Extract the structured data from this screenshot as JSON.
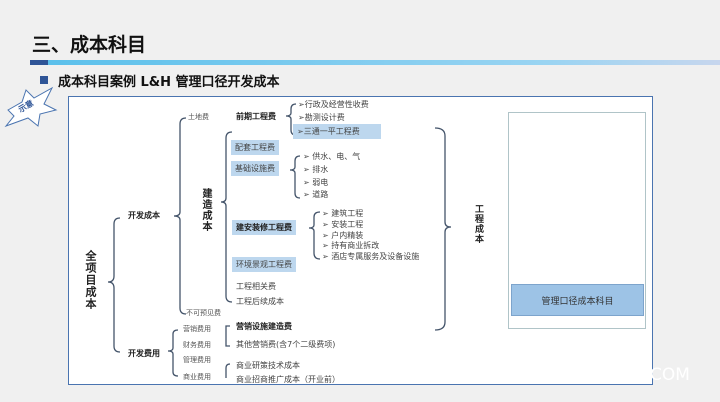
{
  "title": "三、成本科目",
  "subtitle": "成本科目案例 L&H  管理口径开发成本",
  "badge": "示意",
  "root": "全项目成本",
  "dev_cost": "开发成本",
  "dev_expense": "开发费用",
  "land": "土地费",
  "build_cost": "建造成本",
  "unforeseen": "不可预见费",
  "pre_eng": "前期工程费",
  "pre_items": [
    "➢行政及经营性收费",
    "➢勘测设计费",
    "➢三通一平工程费"
  ],
  "supporting": "配套工程费",
  "infra": "基础设施费",
  "infra_items": [
    "➢ 供水、电、气",
    "➢ 排水",
    "➢ 弱电",
    "➢ 道路"
  ],
  "install": "建安装修工程费",
  "install_items": [
    "➢ 建筑工程",
    "➢ 安装工程",
    "➢ 户内精装",
    "➢ 持有商业拆改",
    "➢ 酒店专属服务及设备设施"
  ],
  "landscape": "环境景观工程费",
  "eng_related": "工程相关费",
  "eng_follow": "工程后续成本",
  "expenses": [
    "营销费用",
    "财务费用",
    "管理费用",
    "商业费用"
  ],
  "marketing_items": [
    "营销设施建造费",
    "其他营销费(含7个二级费项)"
  ],
  "commercial_items": [
    "商业研策技术成本",
    "商业招商推广成本（开业前）"
  ],
  "eng_cost": "工程成本",
  "mgmt_subject": "管理口径成本科目",
  "watermark": "COM"
}
